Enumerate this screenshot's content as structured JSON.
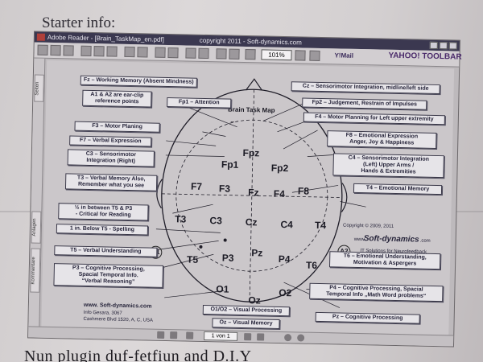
{
  "page": {
    "heading": "Starter info:",
    "bottom_text": "Nun plugin duf-fetfiun and D.I.Y"
  },
  "window": {
    "title": "Adobe Reader - [Brain_TaskMap_en.pdf]",
    "title_center": "copyright 2011 - Soft-dynamics.com",
    "zoom": "101%",
    "ymail": "Y!Mail",
    "yahoo_toolbar": "YAHOO! TOOLBAR",
    "page_indicator": "1 von 1"
  },
  "left_tabs": {
    "top": "Seiten",
    "middle": "Anlagen",
    "bottom": "Kommentare"
  },
  "map": {
    "title": "Brain Task Map",
    "nodes": {
      "Fpz": "Fpz",
      "Fp1": "Fp1",
      "Fp2": "Fp2",
      "F7": "F7",
      "F3": "F3",
      "Fz": "Fz",
      "F4": "F4",
      "F8": "F8",
      "T3": "T3",
      "C3": "C3",
      "Cz": "Cz",
      "C4": "C4",
      "T4": "T4",
      "T5": "T5",
      "P3": "P3",
      "Pz": "Pz",
      "P4": "P4",
      "T6": "T6",
      "O1": "O1",
      "Oz": "Oz",
      "O2": "O2",
      "A1": "A1",
      "A2": "A2"
    },
    "labels": {
      "fz": "Fz – Working Memory (Absent Mindness)",
      "cz": "Cz – Sensorimotor Integration, midline/left side",
      "a1a2": "A1 & A2 are ear-clip\nreference points",
      "fp1": "Fp1 – Attention",
      "fp2": "Fp2 – Judgement, Restrain of Impulses",
      "f4": "F4 – Motor Planning for Left upper extremity",
      "f3": "F3 – Motor Planing",
      "f7": "F7 – Verbal Expression",
      "f8": "F8 – Emotional Expression\nAnger, Joy & Happiness",
      "c3": "C3 – Sensorimotor\nIntegration (Right)",
      "c4": "C4 – Sensorimotor Integration\n(Left) Upper Arms /\nHands & Extremities",
      "t3": "T3 – Verbal Memory Also,\nRemember what you see",
      "t4": "T4 – Emotional Memory",
      "t5p3": "½ in between T5 & P3\n- Critical for Reading",
      "t5": "1 in. Below T5 - Spelling",
      "t5b": "T5 – Verbal Understanding",
      "t6": "T6 – Emotional Understanding,\nMotivation & Aspergers",
      "p3": "P3 – Cognitive Processing,\nSpacial Temporal Info.\n“Verbal Reasoning”",
      "p4": "P4 – Cognitive Processing, Spacial\nTemporal Info „Math Word problems“",
      "o1o2": "O1/O2 – Visual Processing",
      "oz": "Oz – Visual Memory",
      "pz": "Pz – Cognitive Processing"
    },
    "copyright": "Copyright © 2009, 2011",
    "web": "www.",
    "logo": "Soft-dynamics",
    "logo_suffix": ".com",
    "tagline": "IT Solutions for Neurofeedback",
    "footer_url": "www. Soft-dynamics.com",
    "footer_addr1": "Info Gesara, 3067",
    "footer_addr2": "Cashmere Blvd 1520, A, C, USA"
  },
  "colors": {
    "title_bar": "#3b3850",
    "label_bg": "#e6e4e8",
    "label_border": "#3a3848"
  }
}
